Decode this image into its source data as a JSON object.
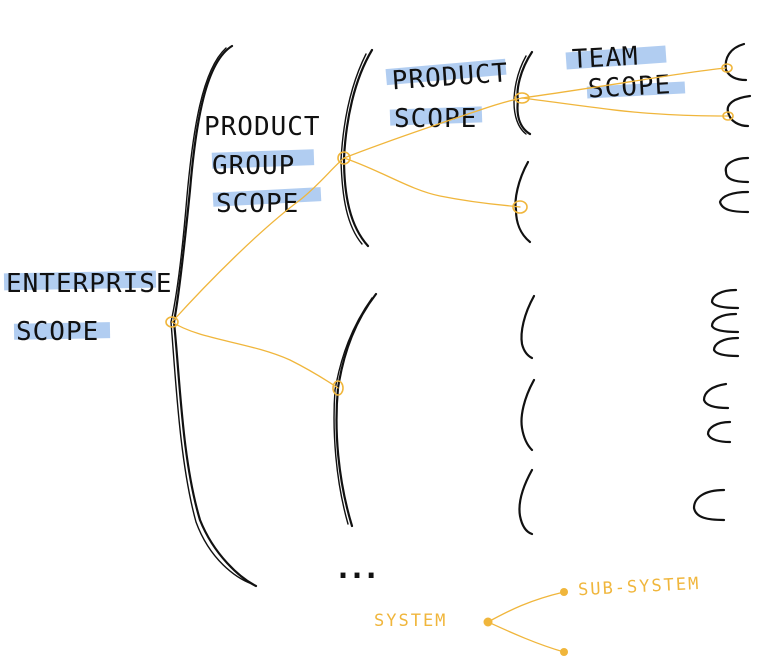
{
  "labels": {
    "enterprise_line1": "ENTERPRISE",
    "enterprise_line2": "SCOPE",
    "product_group_line1": "PRODUCT",
    "product_group_line2": "GROUP",
    "product_group_line3": "SCOPE",
    "product_line1": "PRODUCT",
    "product_line2": "SCOPE",
    "team_line1": "TEAM",
    "team_line2": "SCOPE",
    "ellipsis": "...",
    "legend_system": "SYSTEM",
    "legend_subsystem": "SUB-SYSTEM"
  },
  "colors": {
    "connector": "#f0b63c",
    "highlight": "#a9c8f0",
    "ink": "#111111"
  }
}
